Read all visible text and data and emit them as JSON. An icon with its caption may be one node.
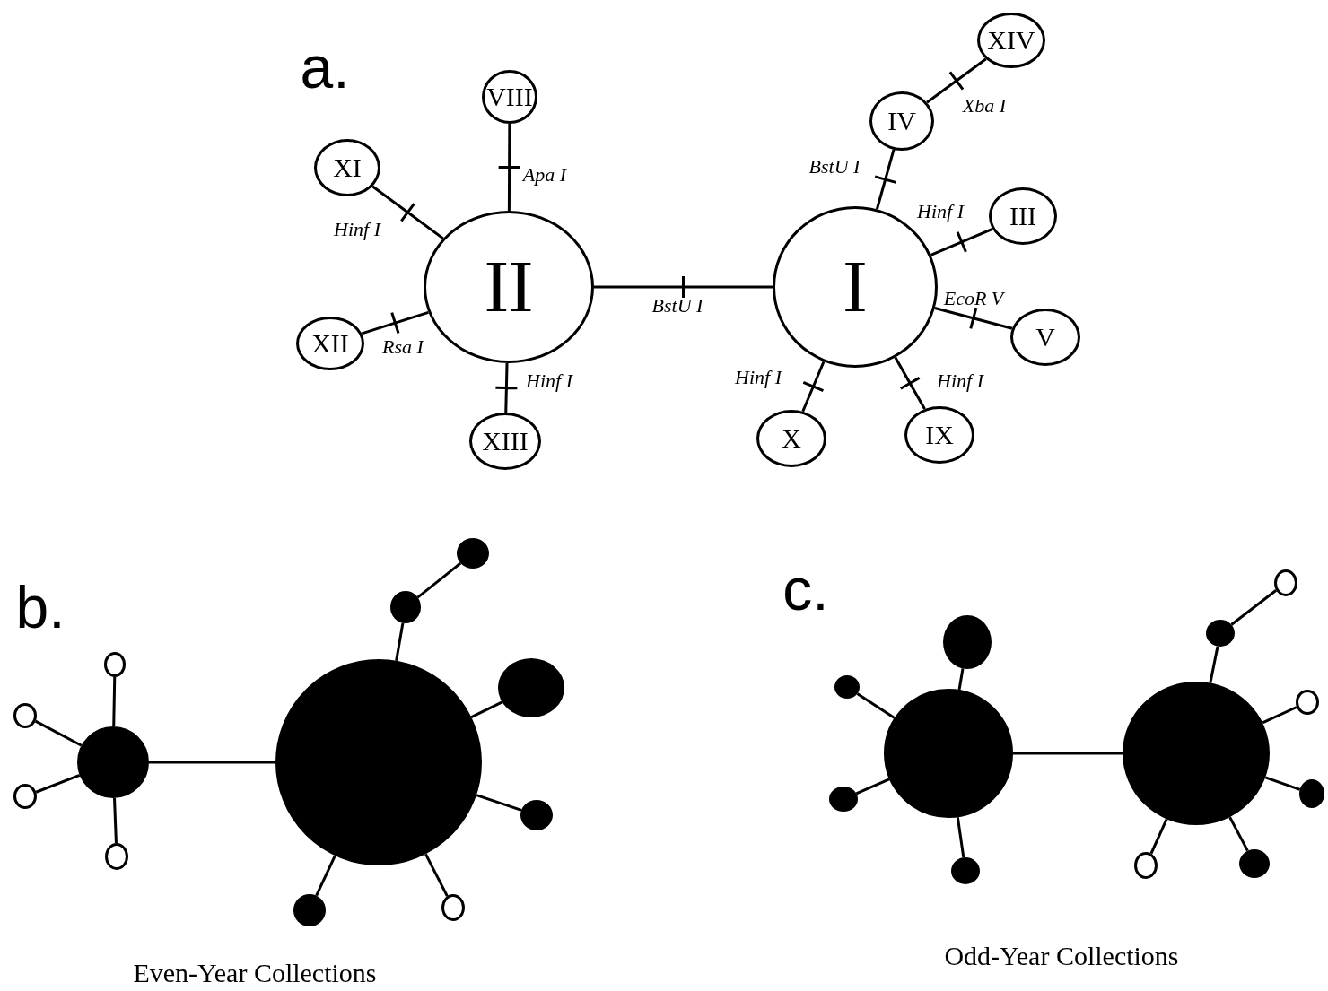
{
  "diagram": {
    "nodes": [
      {
        "text": [
          "II"
        ]
      },
      {
        "text": [
          "I"
        ]
      },
      {
        "text": [
          "VIII"
        ]
      },
      {
        "text": [
          "XI"
        ]
      },
      {
        "text": [
          "XII"
        ]
      },
      {
        "text": [
          "XIII"
        ]
      },
      {
        "text": [
          "XIV"
        ]
      },
      {
        "text": [
          "IV"
        ]
      },
      {
        "text": [
          "III"
        ]
      },
      {
        "text": [
          "V"
        ]
      },
      {
        "text": [
          "X"
        ]
      },
      {
        "text": [
          "IX"
        ]
      },
      {
        "text": [],
        "shape": "circle"
      },
      {
        "text": [],
        "shape": "circle"
      },
      {
        "text": [],
        "shape": "circle"
      },
      {
        "text": [],
        "shape": "disc"
      },
      {
        "text": [],
        "shape": "circle"
      },
      {
        "text": [],
        "shape": "disc"
      },
      {
        "text": [],
        "shape": "disc"
      },
      {
        "text": [],
        "shape": "disc"
      },
      {
        "text": [],
        "shape": "disc"
      },
      {
        "text": [],
        "shape": "disc"
      },
      {
        "text": [],
        "shape": "disc"
      },
      {
        "text": [],
        "shape": "circle"
      },
      {
        "text": [],
        "shape": "disc"
      },
      {
        "text": [],
        "shape": "disc"
      },
      {
        "text": [],
        "shape": "disc"
      },
      {
        "text": [],
        "shape": "disc"
      },
      {
        "text": [],
        "shape": "disc"
      },
      {
        "text": [],
        "shape": "disc"
      },
      {
        "text": [],
        "shape": "circle"
      },
      {
        "text": [],
        "shape": "disc"
      },
      {
        "text": [],
        "shape": "circle"
      },
      {
        "text": [],
        "shape": "circle"
      },
      {
        "text": [],
        "shape": "disc"
      },
      {
        "text": [],
        "shape": "disc"
      }
    ],
    "edges": [
      {
        "from": 0,
        "to": 1,
        "arrow": "none",
        "label": "BstU I"
      },
      {
        "from": 0,
        "to": 2,
        "arrow": "none",
        "label": "Apa I"
      },
      {
        "from": 0,
        "to": 3,
        "arrow": "none",
        "label": "Hinf I"
      },
      {
        "from": 0,
        "to": 4,
        "arrow": "none",
        "label": "Rsa I"
      },
      {
        "from": 0,
        "to": 5,
        "arrow": "none",
        "label": "Hinf I"
      },
      {
        "from": 1,
        "to": 7,
        "arrow": "none",
        "label": "BstU I"
      },
      {
        "from": 7,
        "to": 6,
        "arrow": "none",
        "label": "Xba I"
      },
      {
        "from": 1,
        "to": 8,
        "arrow": "none",
        "label": "Hinf I"
      },
      {
        "from": 1,
        "to": 9,
        "arrow": "none",
        "label": "EcoR V"
      },
      {
        "from": 1,
        "to": 10,
        "arrow": "none",
        "label": "Hinf I"
      },
      {
        "from": 1,
        "to": 11,
        "arrow": "none",
        "label": "Hinf I"
      },
      {
        "from": 15,
        "to": 12,
        "arrow": "none"
      },
      {
        "from": 15,
        "to": 13,
        "arrow": "none"
      },
      {
        "from": 15,
        "to": 14,
        "arrow": "none"
      },
      {
        "from": 15,
        "to": 16,
        "arrow": "none"
      },
      {
        "from": 15,
        "to": 20,
        "arrow": "none"
      },
      {
        "from": 20,
        "to": 17,
        "arrow": "none"
      },
      {
        "from": 17,
        "to": 18,
        "arrow": "none"
      },
      {
        "from": 20,
        "to": 19,
        "arrow": "none"
      },
      {
        "from": 20,
        "to": 21,
        "arrow": "none"
      },
      {
        "from": 20,
        "to": 22,
        "arrow": "none"
      },
      {
        "from": 20,
        "to": 23,
        "arrow": "none"
      },
      {
        "from": 26,
        "to": 29,
        "arrow": "none"
      },
      {
        "from": 26,
        "to": 24,
        "arrow": "none"
      },
      {
        "from": 26,
        "to": 25,
        "arrow": "none"
      },
      {
        "from": 26,
        "to": 27,
        "arrow": "none"
      },
      {
        "from": 26,
        "to": 28,
        "arrow": "none"
      },
      {
        "from": 29,
        "to": 31,
        "arrow": "none"
      },
      {
        "from": 31,
        "to": 30,
        "arrow": "none"
      },
      {
        "from": 29,
        "to": 32,
        "arrow": "none"
      },
      {
        "from": 29,
        "to": 34,
        "arrow": "none"
      },
      {
        "from": 29,
        "to": 33,
        "arrow": "none"
      },
      {
        "from": 29,
        "to": 35,
        "arrow": "none"
      }
    ],
    "labels": [
      "a.",
      "b.",
      "c.",
      "Even-Year Collections",
      "Odd-Year Collections"
    ]
  }
}
